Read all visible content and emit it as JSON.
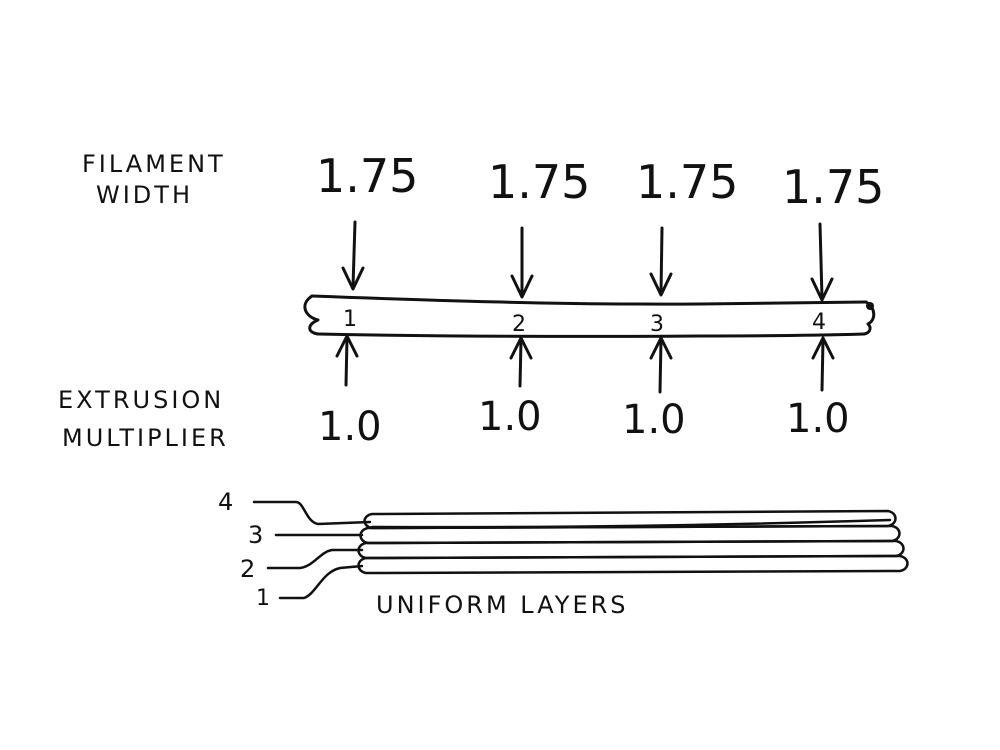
{
  "filament_label": [
    "FILAMENT",
    "WIDTH"
  ],
  "extrusion_label": [
    "EXTRUSION",
    "MULTIPLIER"
  ],
  "points": [
    {
      "index": "1",
      "width": "1.75",
      "multiplier": "1.0"
    },
    {
      "index": "2",
      "width": "1.75",
      "multiplier": "1.0"
    },
    {
      "index": "3",
      "width": "1.75",
      "multiplier": "1.0"
    },
    {
      "index": "4",
      "width": "1.75",
      "multiplier": "1.0"
    }
  ],
  "layers": {
    "labels": [
      "4",
      "3",
      "2",
      "1"
    ],
    "caption": "UNIFORM LAYERS"
  }
}
